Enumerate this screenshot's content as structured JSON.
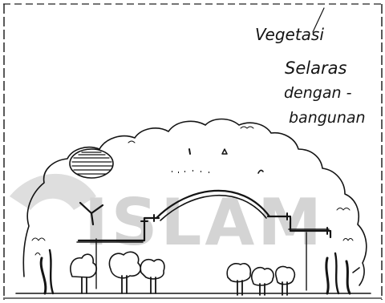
{
  "watermark": {
    "text": "ISLAM"
  },
  "annotations": {
    "line1": "Vegetasi",
    "line2": "Selaras",
    "line3": "dengan -",
    "line4": "bangunan"
  }
}
